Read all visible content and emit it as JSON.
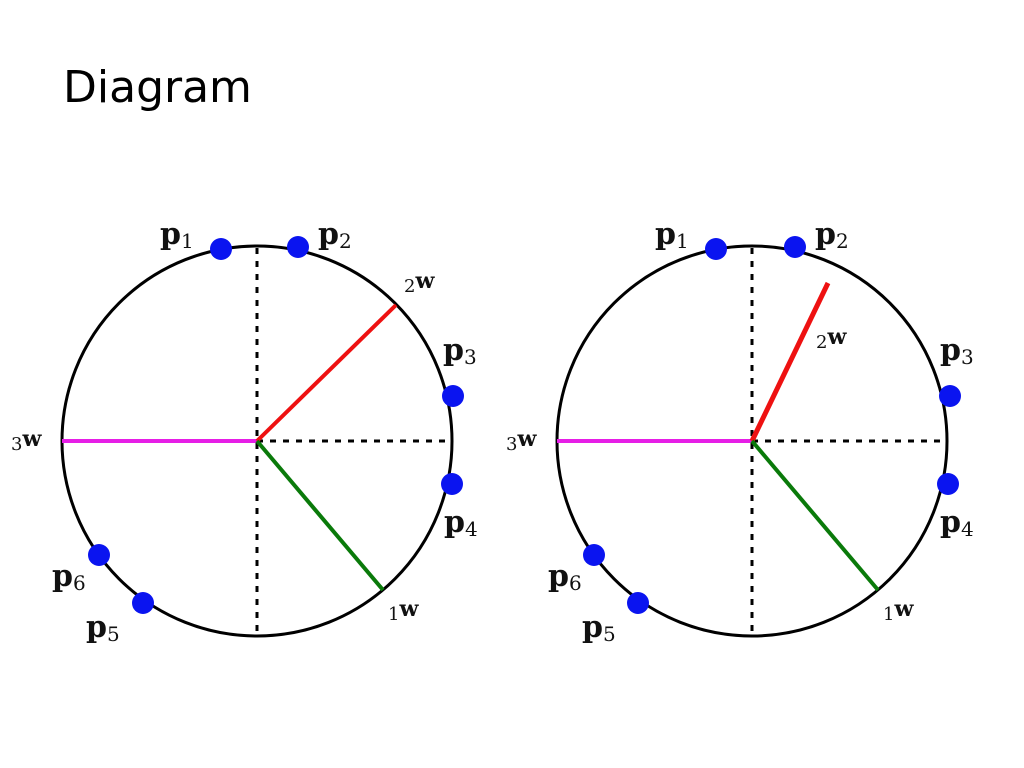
{
  "slide": {
    "title": "Diagram"
  },
  "colors": {
    "circle": "#000000",
    "point": "#0a14f0",
    "w1_line": "#0a7a0a",
    "w2_line": "#ee1111",
    "w3_line": "#e61ee6"
  },
  "labels": {
    "p": "p",
    "w": "w",
    "p1_sub": "1",
    "p2_sub": "2",
    "p3_sub": "3",
    "p4_sub": "4",
    "p5_sub": "5",
    "p6_sub": "6",
    "w1_sub": "1",
    "w2_sub": "2",
    "w3_sub": "3"
  }
}
